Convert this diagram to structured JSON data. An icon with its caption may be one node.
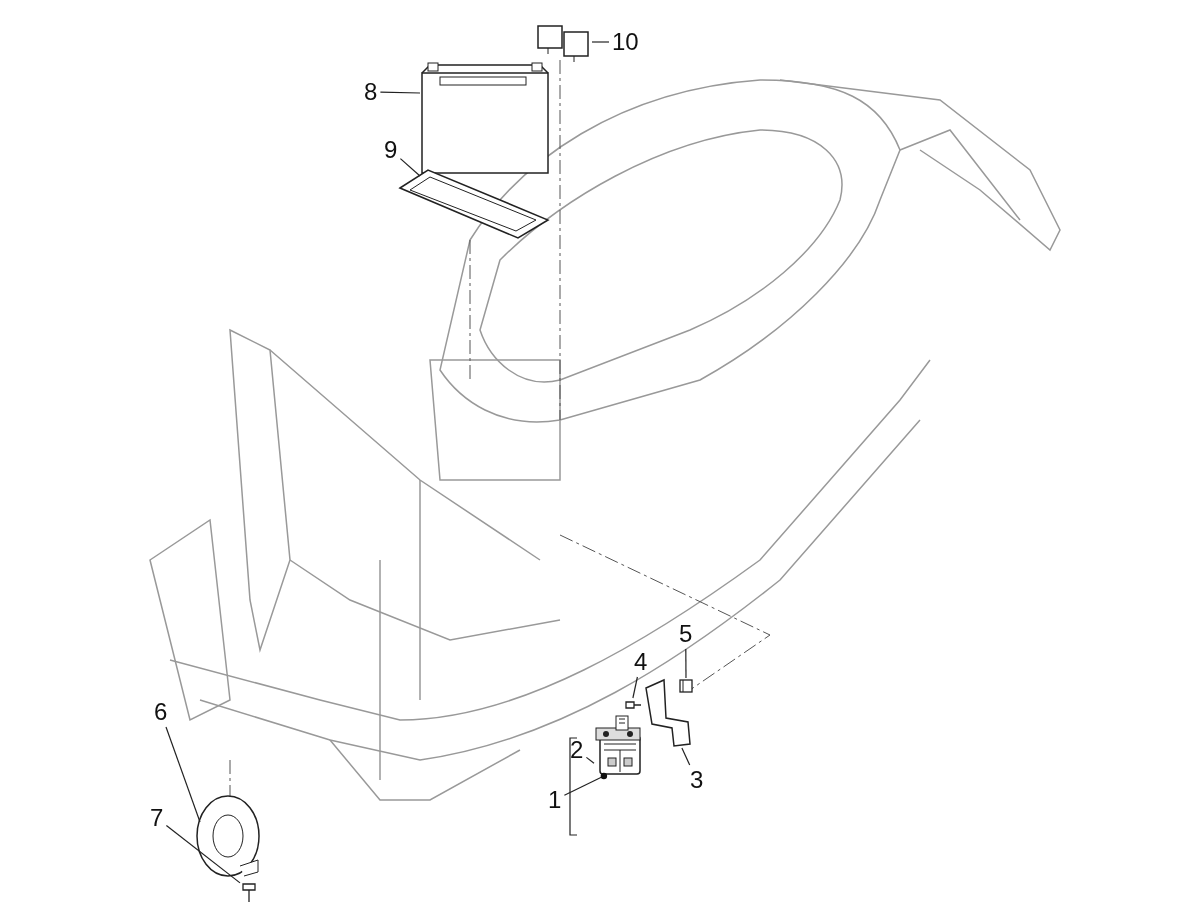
{
  "diagram": {
    "nodes": [
      {
        "text": [
          "8"
        ]
      },
      {
        "text": [],
        "shape": "picture"
      },
      {
        "text": [
          "9"
        ]
      },
      {
        "text": [],
        "shape": "picture"
      },
      {
        "text": [
          "10"
        ]
      },
      {
        "text": [],
        "shape": "picture"
      },
      {
        "text": [
          "1"
        ]
      },
      {
        "text": [
          "2"
        ]
      },
      {
        "text": [],
        "shape": "picture"
      },
      {
        "text": [
          "3"
        ]
      },
      {
        "text": [],
        "shape": "picture"
      },
      {
        "text": [
          "4"
        ]
      },
      {
        "text": [],
        "shape": "picture"
      },
      {
        "text": [
          "5"
        ]
      },
      {
        "text": [],
        "shape": "picture"
      },
      {
        "text": [
          "6"
        ]
      },
      {
        "text": [],
        "shape": "picture"
      },
      {
        "text": [
          "7"
        ]
      },
      {
        "text": [],
        "shape": "picture"
      }
    ],
    "edges": [
      {
        "from": 0,
        "to": 1,
        "arrow": "none"
      },
      {
        "from": 2,
        "to": 3,
        "arrow": "none"
      },
      {
        "from": 4,
        "to": 5,
        "arrow": "none"
      },
      {
        "from": 6,
        "to": 8,
        "arrow": "other"
      },
      {
        "from": 7,
        "to": 8,
        "arrow": "none"
      },
      {
        "from": 9,
        "to": 10,
        "arrow": "none"
      },
      {
        "from": 11,
        "to": 12,
        "arrow": "none"
      },
      {
        "from": 13,
        "to": 14,
        "arrow": "none"
      },
      {
        "from": 15,
        "to": 16,
        "arrow": "none"
      },
      {
        "from": 17,
        "to": 18,
        "arrow": "none"
      }
    ]
  }
}
